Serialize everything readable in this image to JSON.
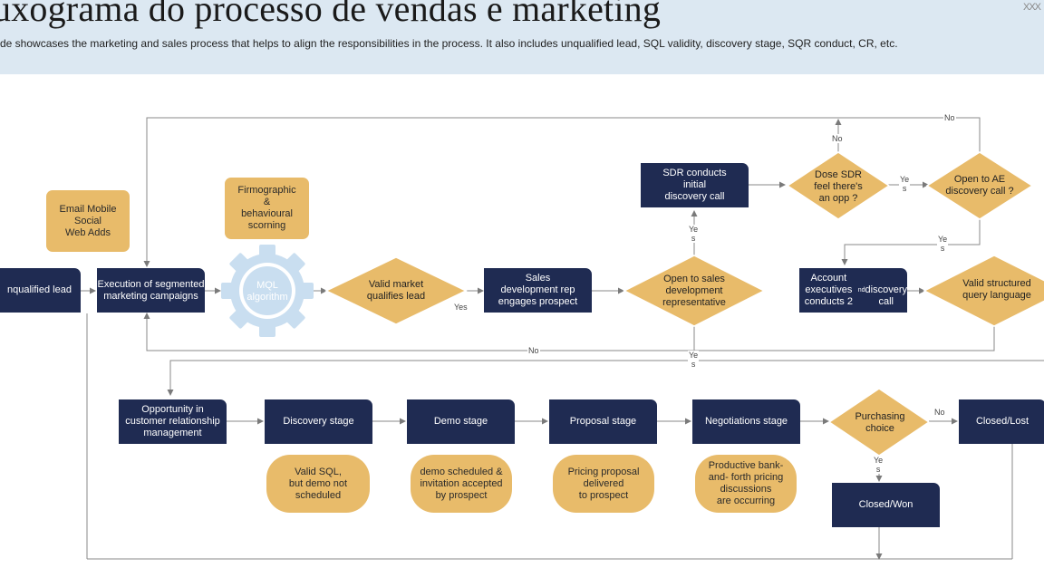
{
  "header": {
    "title": "uxograma do processo de vendas e marketing",
    "subtitle": "de showcases the marketing and sales process that helps to align the responsibilities in the process. It also includes unqualified lead, SQL validity, discovery stage, SQR conduct, CR, etc.",
    "close_glyph": "XXX"
  },
  "nodes": {
    "unqualified_lead": "nqualified lead",
    "execution": "Execution of segmented\nmarketing campaigns",
    "email": "Email Mobile\nSocial\nWeb Adds",
    "firmographic": "Firmographic\n&\nbehavioural\nscorning",
    "mql": "MQL\nalgorithm",
    "valid_market": "Valid market\nqualifies lead",
    "sales_dev": "Sales\ndevelopment rep\nengages prospect",
    "open_sales": "Open to sales\ndevelopment\nrepresentative",
    "sdr_conducts": "SDR conducts\ninitial\ndiscovery call",
    "dose_sdr": "Dose SDR\nfeel there's\nan opp ?",
    "open_ae": "Open to AE\ndiscovery call ?",
    "account_exec": "Account executives\nconducts 2nd\ndiscovery call",
    "valid_structured": "Valid structured\nquery language",
    "opportunity": "Opportunity in\ncustomer relationship\nmanagement",
    "discovery_stage": "Discovery stage",
    "demo_stage": "Demo stage",
    "proposal_stage": "Proposal stage",
    "negotiations_stage": "Negotiations stage",
    "purchasing": "Purchasing\nchoice",
    "closed_lost": "Closed/Lost",
    "closed_won": "Closed/Won",
    "valid_sql": "Valid SQL,\nbut demo not\nscheduled",
    "demo_scheduled": "demo scheduled &\ninvitation accepted\nby prospect",
    "pricing": "Pricing proposal\ndelivered\nto prospect",
    "productive": "Productive bank-\nand- forth pricing\ndiscussions\nare occurring"
  },
  "labels": {
    "no_top": "No",
    "no_sdr": "No",
    "yes_sdr": "Ye\ns",
    "yes_ae": "Ye\ns",
    "yes_open": "Ye\ns",
    "yes_valid": "Yes",
    "no_bottom": "No",
    "yes_down": "Ye\ns",
    "no_purchase": "No",
    "yes_purchase": "Ye\ns"
  },
  "colors": {
    "dark_box": "#1f2b52",
    "tan": "#e8bb6a",
    "header_bg": "#dce8f2",
    "gear": "#c9def0"
  }
}
